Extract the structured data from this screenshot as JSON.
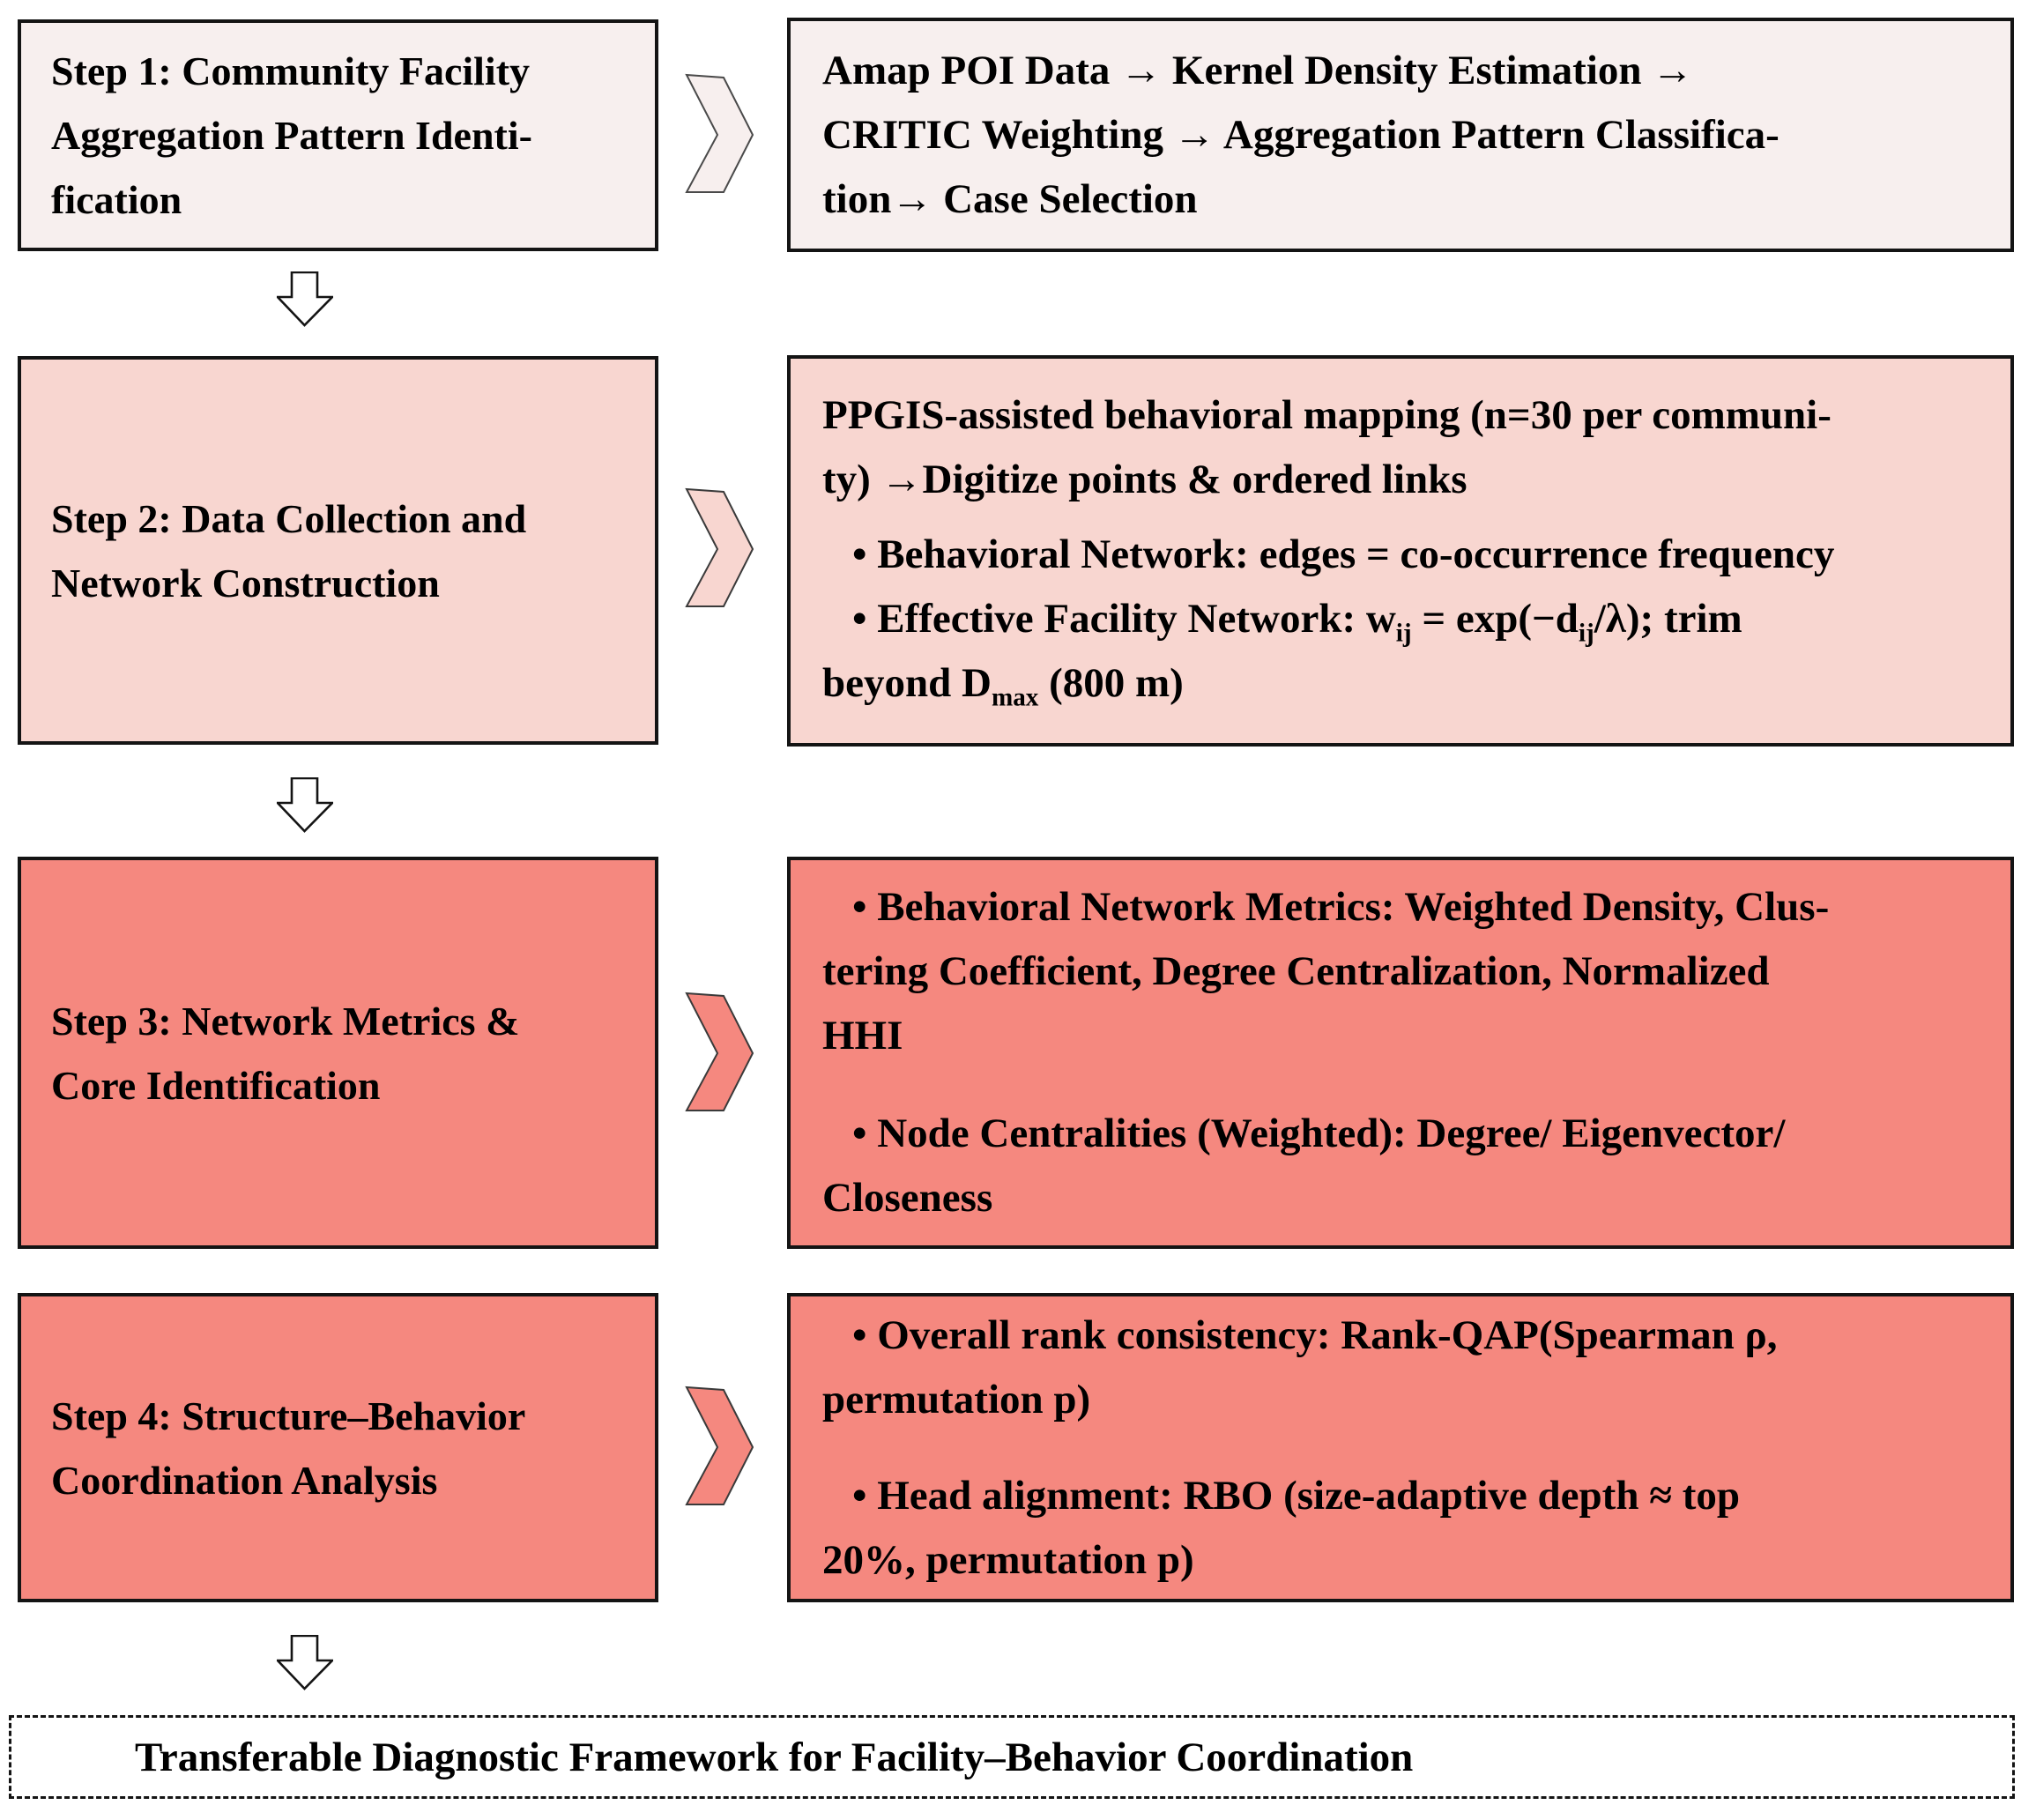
{
  "flowchart": {
    "steps": [
      {
        "label": "Step 1: Community Facility\nAggregation Pattern Identi-\nfication",
        "detail": "Amap POI Data → Kernel Density Estimation →\nCRITIC Weighting → Aggregation Pattern Classifica-\ntion→ Case Selection"
      },
      {
        "label": "Step 2: Data Collection and\nNetwork Construction",
        "detail_intro": "PPGIS-assisted behavioral mapping (n=30 per communi-\nty) →Digitize points & ordered links",
        "bullet_1": "• Behavioral Network: edges = co-occurrence frequency",
        "bullet_2_parts": [
          {
            "t": "• Effective Facility Network: w"
          },
          {
            "t": "ij",
            "sub": true
          },
          {
            "t": " = exp(−d"
          },
          {
            "t": "ij",
            "sub": true
          },
          {
            "t": "/λ); trim\nbeyond D"
          },
          {
            "t": "max",
            "sub": true
          },
          {
            "t": " (800 m)"
          }
        ]
      },
      {
        "label": "Step 3: Network Metrics &\nCore Identification",
        "bullet_1": "• Behavioral Network Metrics: Weighted Density, Clus-\ntering Coefficient, Degree Centralization, Normalized\nHHI",
        "bullet_2": "• Node Centralities (Weighted): Degree/ Eigenvector/\nCloseness"
      },
      {
        "label": "Step 4: Structure–Behavior\nCoordination Analysis",
        "bullet_1": "• Overall rank consistency: Rank-QAP(Spearman ρ,\npermutation p)",
        "bullet_2": "• Head alignment: RBO (size-adaptive depth ≈ top\n20%, permutation p)"
      }
    ],
    "footer": "Transferable Diagnostic Framework for Facility–Behavior Coordination",
    "colors": {
      "step1_fill": "#f7efee",
      "step2_fill": "#f8d6d0",
      "step3_fill": "#f5887f",
      "step4_fill": "#f5887f",
      "arrow_outline": "#141414",
      "chevron_outline": "#4a4a4a"
    }
  }
}
